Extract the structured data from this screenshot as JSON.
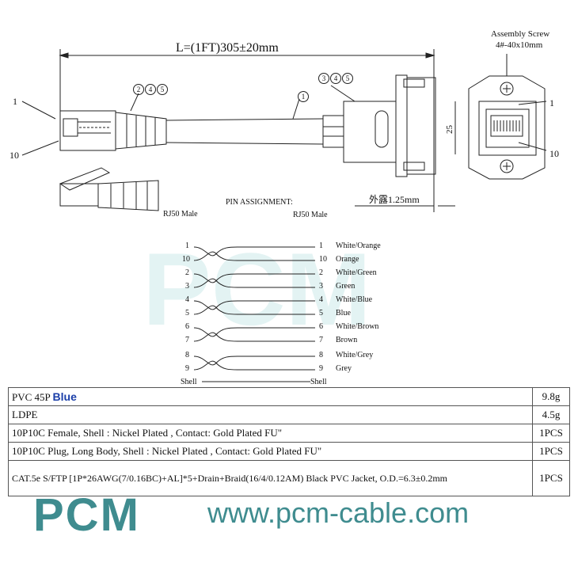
{
  "watermark": "PCM",
  "dimension": {
    "length": "L=(1FT)305±20mm",
    "height": "25",
    "exposed": "外露1.25mm"
  },
  "assembly_screw": {
    "line1": "Assembly Screw",
    "line2": "4#-40x10mm"
  },
  "callouts": {
    "plug_parts": [
      "2",
      "4",
      "5"
    ],
    "jack_parts": [
      "3",
      "4",
      "5"
    ],
    "cable": "1",
    "left_pin1": "1",
    "left_pin10": "10",
    "right_pin1": "1",
    "right_pin10": "10"
  },
  "labels": {
    "left_connector": "RJ50 Male",
    "right_connector": "RJ50 Male",
    "pin_title": "PIN ASSIGNMENT:"
  },
  "pins": [
    {
      "left": "1",
      "right": "1",
      "color": "White/Orange"
    },
    {
      "left": "10",
      "right": "10",
      "color": "Orange"
    },
    {
      "left": "2",
      "right": "2",
      "color": "White/Green"
    },
    {
      "left": "3",
      "right": "3",
      "color": "Green"
    },
    {
      "left": "4",
      "right": "4",
      "color": "White/Blue"
    },
    {
      "left": "5",
      "right": "5",
      "color": "Blue"
    },
    {
      "left": "6",
      "right": "6",
      "color": "White/Brown"
    },
    {
      "left": "7",
      "right": "7",
      "color": "Brown"
    },
    {
      "left": "8",
      "right": "8",
      "color": "White/Grey"
    },
    {
      "left": "9",
      "right": "9",
      "color": "Grey"
    }
  ],
  "shell": {
    "left": "Shell",
    "right": "Shell"
  },
  "bom": [
    {
      "desc": "PVC 45P",
      "highlight": "Blue",
      "qty": "9.8g"
    },
    {
      "desc": "LDPE",
      "highlight": "",
      "qty": "4.5g"
    },
    {
      "desc": "10P10C Female, Shell : Nickel Plated , Contact: Gold Plated FU\"",
      "highlight": "",
      "qty": "1PCS"
    },
    {
      "desc": "10P10C Plug, Long Body, Shell : Nickel Plated , Contact: Gold Plated FU\"",
      "highlight": "",
      "qty": "1PCS"
    },
    {
      "desc": "CAT.5e S/FTP [1P*26AWG(7/0.16BC)+AL]*5+Drain+Braid(16/4/0.12AM)  Black PVC Jacket, O.D.=6.3±0.2mm",
      "highlight": "",
      "qty": "1PCS"
    }
  ],
  "brand": {
    "logo": "PCM",
    "url": "www.pcm-cable.com"
  },
  "colors": {
    "brand": "#3f8c8f",
    "highlight": "#1a3ea8"
  }
}
